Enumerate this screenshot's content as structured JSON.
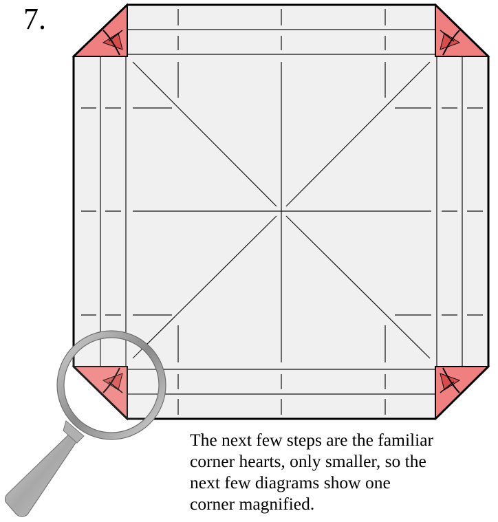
{
  "step": {
    "number": "7."
  },
  "caption": {
    "text": "The next few steps are the familiar\ncorner hearts, only smaller, so the\nnext few diagrams show one\ncorner magnified."
  },
  "colors": {
    "paper": "#f0f0f0",
    "outline": "#000000",
    "crease": "#111111",
    "corner_fill": "#f08080",
    "corner_dark": "#d94c4c",
    "magnifier_rim": "#9a9a9a",
    "magnifier_handle": "#b5b5b5"
  },
  "icons": {
    "corner_flap": "red-triangle-flap",
    "magnifier": "magnifying-glass-icon"
  }
}
